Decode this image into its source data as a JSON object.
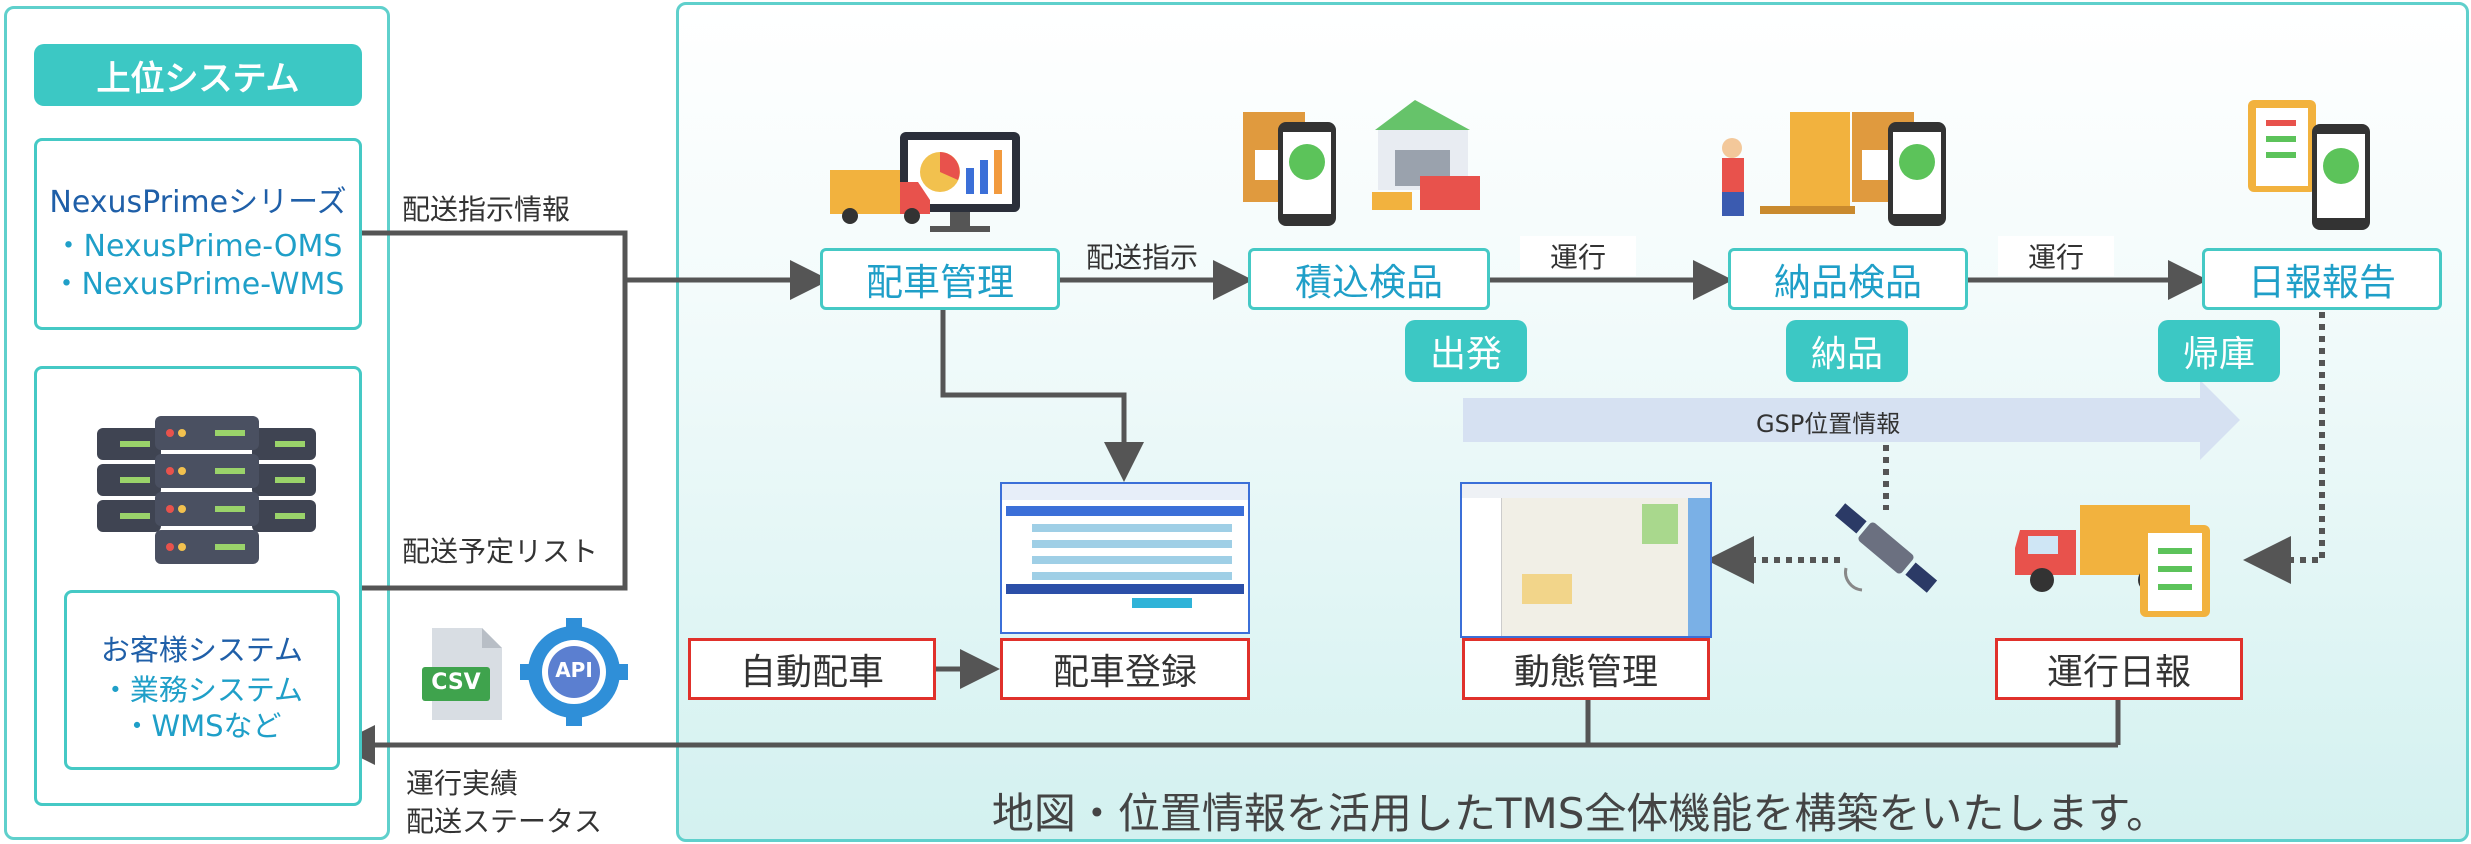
{
  "left": {
    "header": "上位システム",
    "nexus_title": "NexusPrimeシリーズ",
    "nexus_items": [
      "・NexusPrime-OMS",
      "・NexusPrime-WMS"
    ],
    "customer_title": "お客様システム",
    "customer_items": [
      "・業務システム",
      "・WMSなど"
    ]
  },
  "flow_labels": {
    "dispatch_info": "配送指示情報",
    "schedule_list": "配送予定リスト",
    "result_1": "運行実績",
    "result_2": "配送ステータス",
    "dispatch_instruction": "配送指示",
    "operation_1": "運行",
    "operation_2": "運行",
    "gps_info": "GSP位置情報"
  },
  "stages": {
    "dispatch_mgmt": "配車管理",
    "loading_check": "積込検品",
    "delivery_check": "納品検品",
    "daily_report": "日報報告"
  },
  "badges": {
    "departure": "出発",
    "delivery": "納品",
    "return": "帰庫"
  },
  "functions": {
    "auto_dispatch": "自動配車",
    "dispatch_register": "配車登録",
    "tracking": "動態管理",
    "operation_report": "運行日報"
  },
  "icons": {
    "csv": "CSV",
    "api": "API"
  },
  "colors": {
    "teal": "#3cc8c4",
    "red": "#e0312b",
    "blue_text": "#1f9fc8"
  },
  "footer": "地図・位置情報を活用したTMS全体機能を構築をいたします。"
}
